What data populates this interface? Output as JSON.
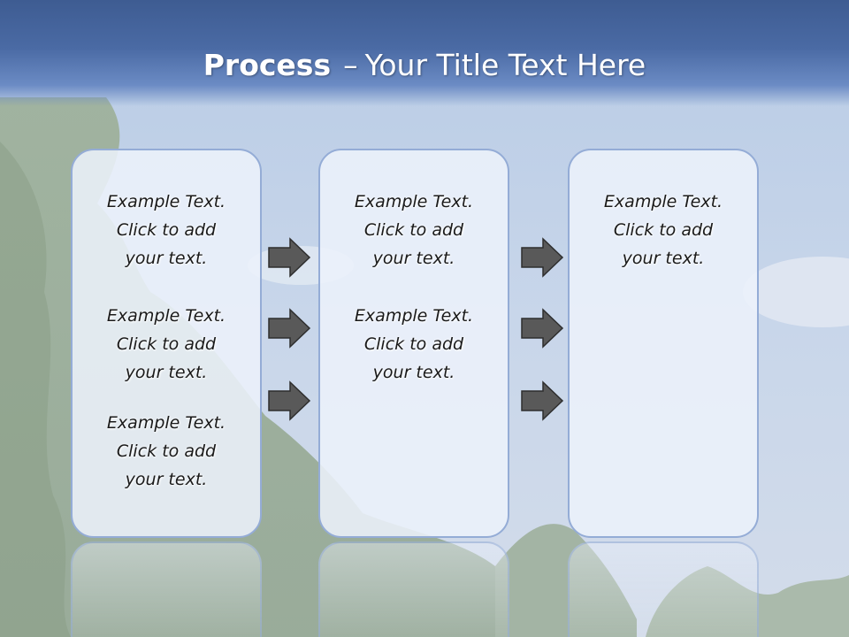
{
  "title": {
    "bold": "Process",
    "separator": "–",
    "rest": "Your Title Text Here"
  },
  "columns": [
    {
      "blocks": [
        [
          "Example Text.",
          "Click  to add",
          "your text."
        ],
        [
          "Example Text.",
          "Click  to add",
          "your text."
        ],
        [
          "Example Text.",
          "Click  to add",
          "your text."
        ]
      ]
    },
    {
      "blocks": [
        [
          "Example Text.",
          "Click  to add",
          "your text."
        ],
        [
          "Example Text.",
          "Click  to add",
          "your text."
        ]
      ]
    },
    {
      "blocks": [
        [
          "Example Text.",
          "Click  to add",
          "your text."
        ]
      ]
    }
  ],
  "icons": {
    "arrow": "right-arrow-icon"
  },
  "colors": {
    "title_bar": "#3e5c92",
    "box_border": "#94acd6",
    "arrow_fill": "#595959"
  }
}
